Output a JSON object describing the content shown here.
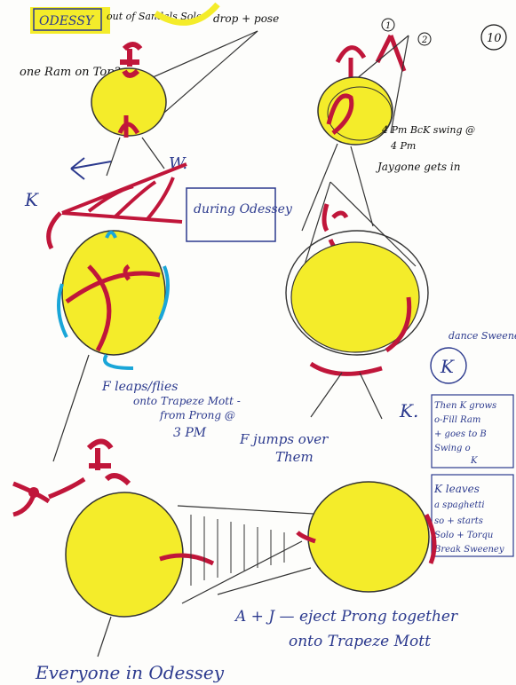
{
  "page": {
    "page_number": "10"
  },
  "labels": {
    "odessy_tag": "ODESSY",
    "top_notes": "out of Sandals Solo.",
    "top_right_note": "drop + pose",
    "left_question": "one Ram on Top?",
    "k_left": "K",
    "w_left": "W.",
    "during_box": "during Odessey",
    "circle_one": "1",
    "circle_two": "2",
    "right_notes_1": "4 Pm  BcK swing @",
    "right_notes_2": "4 Pm",
    "right_notes_3": "Jaygone gets in",
    "k_middle": "K.",
    "flies_note_1": "F leaps/flies",
    "flies_note_2": "onto Trapeze Mott -",
    "flies_note_3": "from Prong @",
    "flies_note_4": "3 PM",
    "jumps_note_1": "F jumps over",
    "jumps_note_2": "Them",
    "circled_k": "K",
    "right_dance_note": "dance Sweeney button",
    "right_box_1": "Then K grows",
    "right_box_2": "o-Fill Ram",
    "right_box_3": "+ goes to B",
    "right_box_4": "Swing o",
    "right_box_5": "K",
    "right_box_6": "K leaves",
    "right_box_7": "a spaghetti",
    "right_box_8": "so + starts",
    "right_box_9": "Solo + Torqu",
    "right_box_10": "Break Sweeney",
    "bottom_right_1": "A + J — eject Prong together",
    "bottom_right_2": "onto Trapeze Mott",
    "bottom_left": "Everyone in Odessey"
  },
  "colors": {
    "ink_blue": "#2c3a8e",
    "ink_black": "#111111",
    "marker_yellow": "#f4ec2a",
    "marker_red": "#c0163a",
    "marker_cyan": "#1aa6d8"
  }
}
